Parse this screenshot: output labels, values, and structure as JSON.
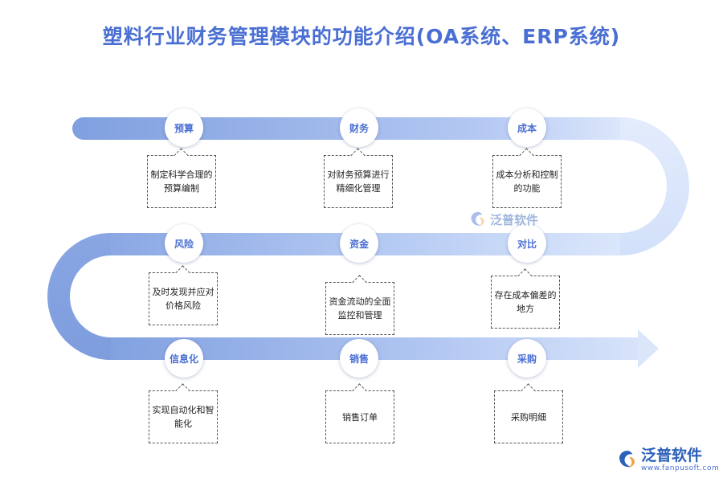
{
  "title": "塑料行业财务管理模块的功能介绍(OA系统、ERP系统)",
  "colors": {
    "track_dark": "#7f9fdf",
    "track_light": "#dbe6fb",
    "accent": "#4a6fd3"
  },
  "rows": [
    [
      {
        "label": "预算",
        "desc": "制定科学合理的预算编制"
      },
      {
        "label": "财务",
        "desc": "对财务预算进行精细化管理"
      },
      {
        "label": "成本",
        "desc": "成本分析和控制的功能"
      }
    ],
    [
      {
        "label": "风险",
        "desc": "及时发现并应对价格风险"
      },
      {
        "label": "资金",
        "desc": "资金流动的全面监控和管理"
      },
      {
        "label": "对比",
        "desc": "存在成本偏差的地方"
      }
    ],
    [
      {
        "label": "信息化",
        "desc": "实现自动化和智能化"
      },
      {
        "label": "销售",
        "desc": "销售订单"
      },
      {
        "label": "采购",
        "desc": "采购明细"
      }
    ]
  ],
  "watermark": {
    "name": "泛普软件"
  },
  "footer_logo": {
    "name": "泛普软件",
    "url": "www.fanpusoft.com"
  }
}
